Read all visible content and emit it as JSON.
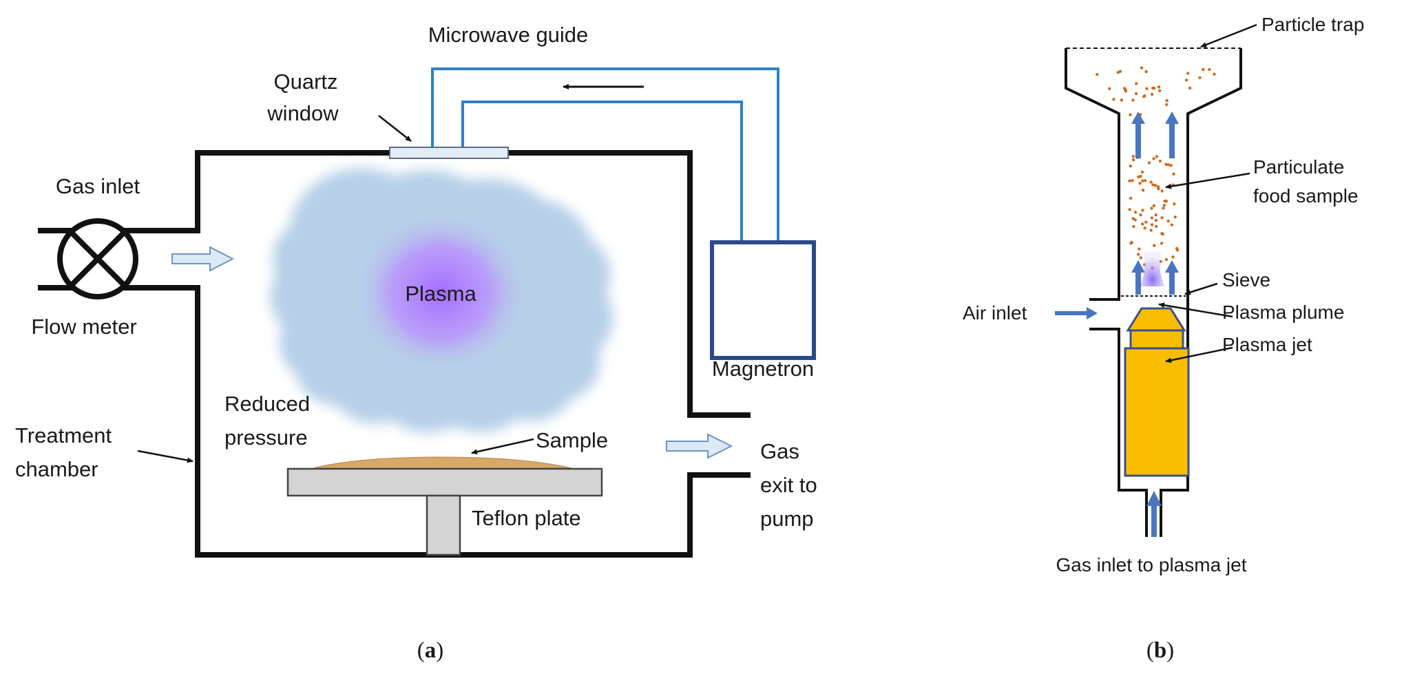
{
  "panel_a": {
    "caption_open": "(",
    "caption_letter": "a",
    "caption_close": ")",
    "labels": {
      "microwave_guide": "Microwave guide",
      "quartz": "Quartz",
      "window": "window",
      "gas_inlet": "Gas inlet",
      "flow_meter": "Flow meter",
      "plasma": "Plasma",
      "magnetron": "Magnetron",
      "reduced": "Reduced",
      "pressure": "pressure",
      "treatment": "Treatment",
      "chamber": "chamber",
      "sample": "Sample",
      "gas_exit_1": "Gas",
      "gas_exit_2": "exit to",
      "gas_exit_3": "pump",
      "teflon_plate": "Teflon plate"
    },
    "colors": {
      "wall": "#111111",
      "microwave_guide": "#2f7fc8",
      "magnetron": "#2b4a8c",
      "plasma_cloud": "#b7d0e8",
      "plasma_core": "#a56cff",
      "plate": "#d4d4d4",
      "sample": "#d8a868",
      "flow_arrow": "#dbe9f8"
    }
  },
  "panel_b": {
    "caption_open": "(",
    "caption_letter": "b",
    "caption_close": ")",
    "labels": {
      "particle_trap": "Particle trap",
      "particulate": "Particulate",
      "food_sample": "food sample",
      "sieve": "Sieve",
      "air_inlet": "Air inlet",
      "plasma_plume": "Plasma plume",
      "plasma_jet": "Plasma jet",
      "gas_inlet_jet": "Gas inlet to plasma jet"
    },
    "colors": {
      "wall": "#111111",
      "particles": "#d06a20",
      "flow_arrow": "#4a76c0",
      "jet_body": "#f9bd00",
      "jet_outline": "#3a4f8c",
      "plume": "#9d82e0"
    }
  }
}
